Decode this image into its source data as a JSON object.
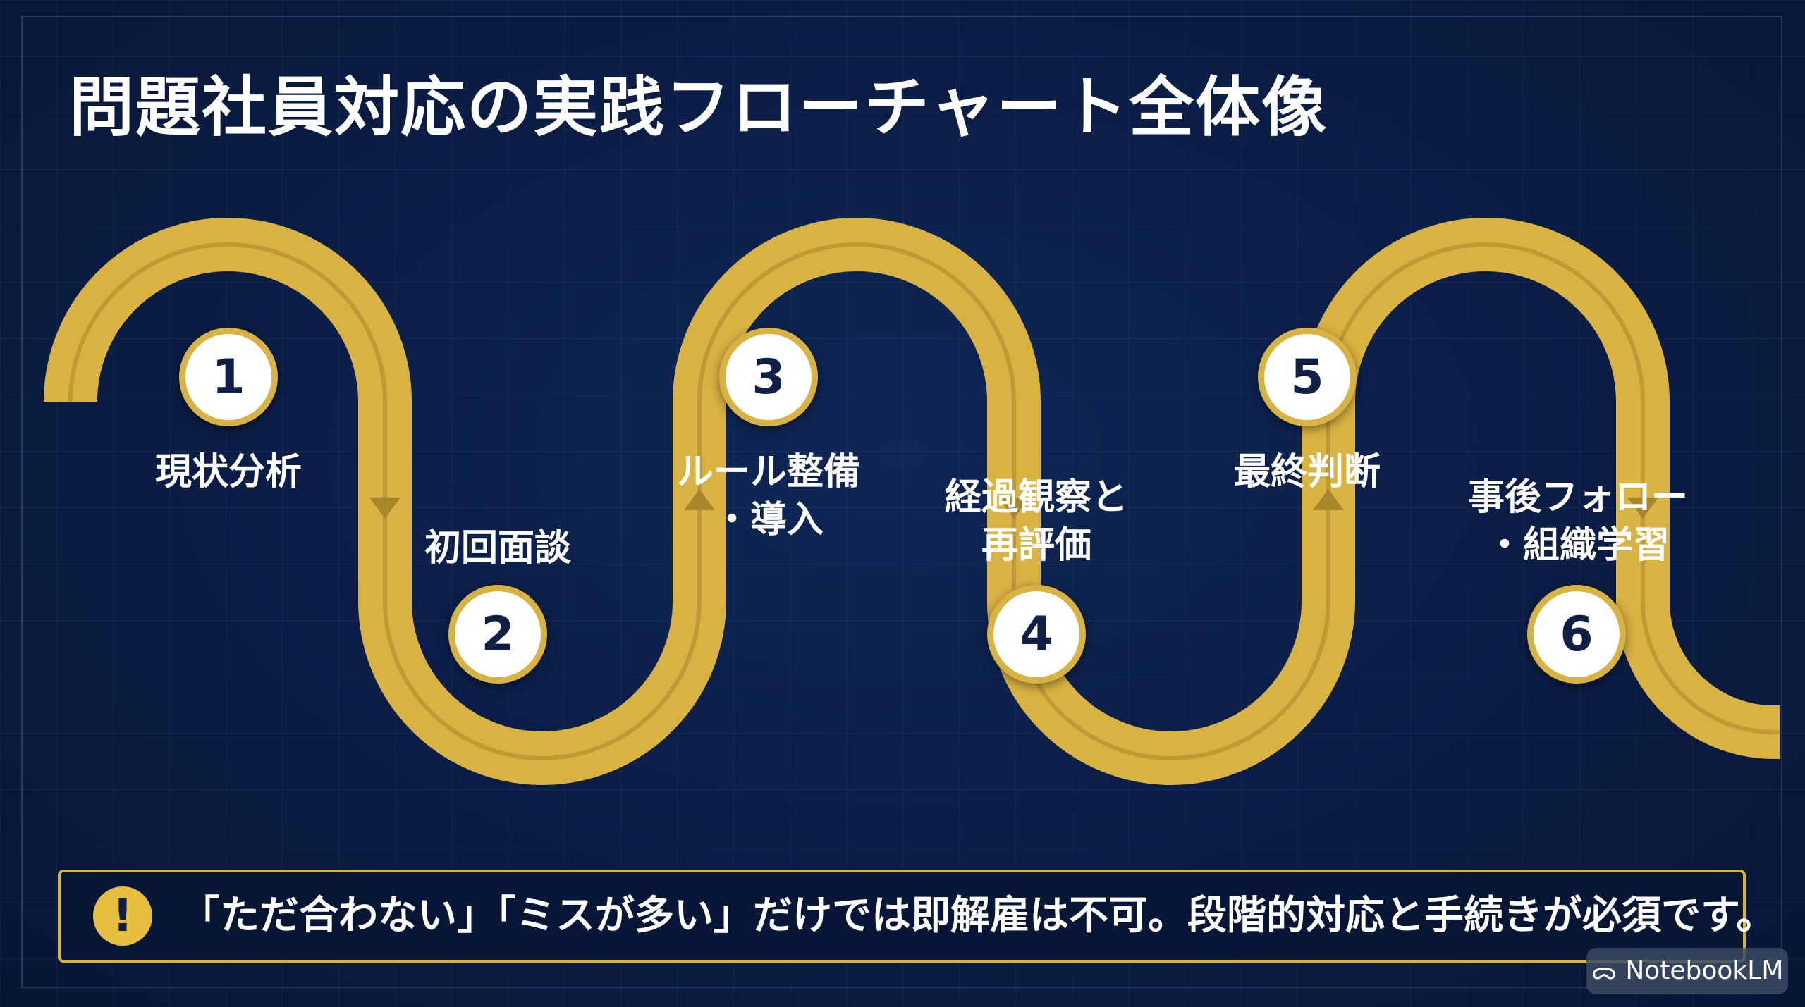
{
  "title": "問題社員対応の実践フローチャート全体像",
  "steps": [
    {
      "number": "1",
      "label": "現状分析"
    },
    {
      "number": "2",
      "label": "初回面談"
    },
    {
      "number": "3",
      "label_line1": "ルール整備",
      "label_line2": "・導入"
    },
    {
      "number": "4",
      "label_line1": "経過観察と",
      "label_line2": "再評価"
    },
    {
      "number": "5",
      "label": "最終判断"
    },
    {
      "number": "6",
      "label_line1": "事後フォロー",
      "label_line2": "・組織学習"
    }
  ],
  "note": {
    "icon": "exclamation-icon",
    "icon_glyph": "!",
    "text": "「ただ合わない」「ミスが多い」だけでは即解雇は不可。段階的対応と手続きが必須です。"
  },
  "branding": {
    "mark": "ᯅ",
    "label": "NotebookLM"
  },
  "colors": {
    "path": "#d8b242",
    "background": "#0b1d45",
    "text": "#ffffff"
  }
}
